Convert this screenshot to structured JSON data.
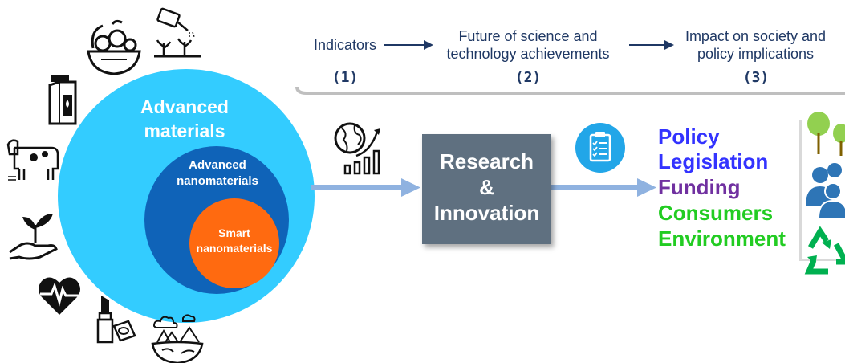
{
  "timeline": {
    "stage1": "Indicators",
    "stage2_line1": "Future of science and",
    "stage2_line2": "technology achievements",
    "stage3_line1": "Impact on society and",
    "stage3_line2": "policy implications",
    "num1": "(1)",
    "num2": "(2)",
    "num3": "(3)"
  },
  "circles": {
    "outer_line1": "Advanced",
    "outer_line2": "materials",
    "middle_line1": "Advanced",
    "middle_line2": "nanomaterials",
    "inner_line1": "Smart",
    "inner_line2": "nanomaterials"
  },
  "center_box": {
    "line1": "Research",
    "line2": "&",
    "line3": "Innovation"
  },
  "outcomes": [
    {
      "label": "Policy",
      "color": "#3333ff"
    },
    {
      "label": "Legislation",
      "color": "#3333ff"
    },
    {
      "label": "Funding",
      "color": "#7030a0"
    },
    {
      "label": "Consumers",
      "color": "#22cc22"
    },
    {
      "label": "Environment",
      "color": "#22cc22"
    }
  ],
  "colors": {
    "outer_circle": "#33ccff",
    "middle_circle": "#0f63b8",
    "inner_circle": "#ff6a10",
    "flow_arrow": "#8fb2e0",
    "research_box": "#5f7080",
    "timeline_text": "#1f3864"
  },
  "icons": [
    "salad-bowl-icon",
    "watering-can-plant-icon",
    "milk-carton-icon",
    "cow-icon",
    "hand-plant-icon",
    "heart-pulse-icon",
    "lipstick-icon",
    "earth-landscape-icon",
    "globe-growth-chart-icon",
    "clipboard-icon",
    "trees-icon",
    "people-icon",
    "recycle-icon"
  ]
}
